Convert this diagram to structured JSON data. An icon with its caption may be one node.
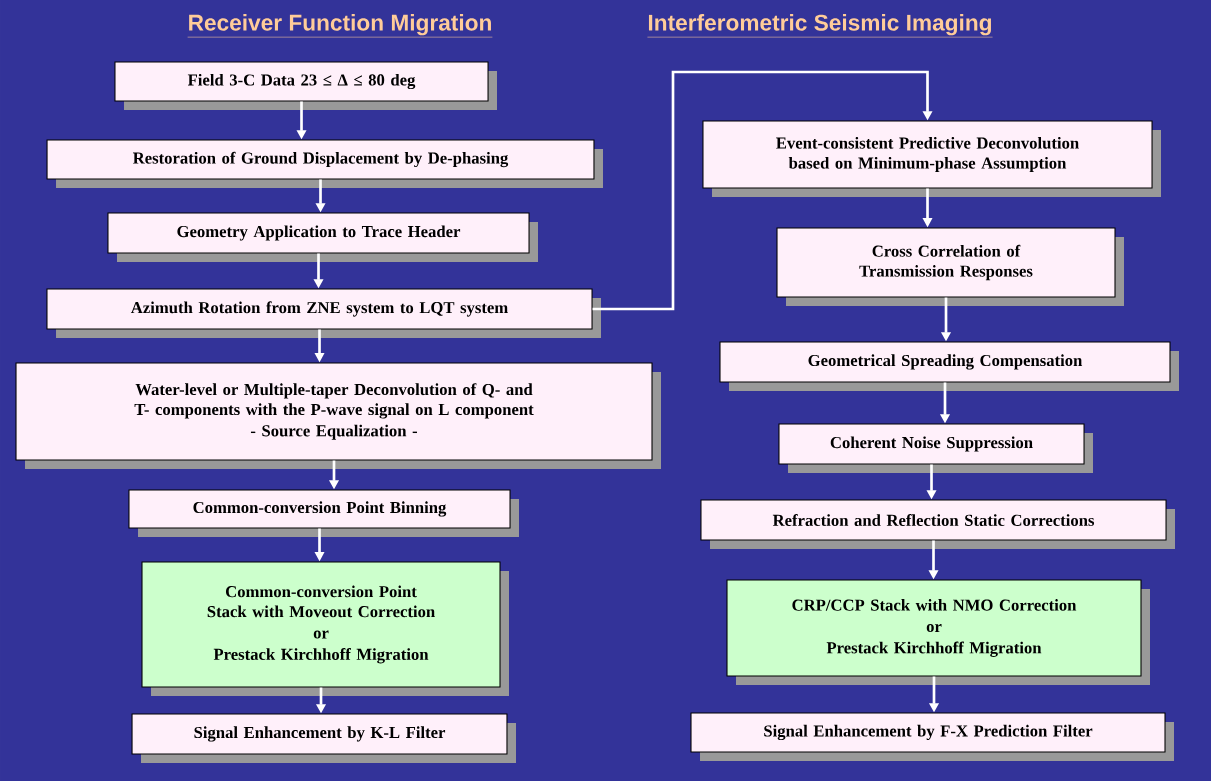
{
  "diagram": {
    "nodes": [
      {
        "text": [
          "Field 3-C Data 23 ≤ Δ ≤ 80 deg"
        ]
      },
      {
        "text": [
          "Restoration of Ground Displacement by De-phasing"
        ]
      },
      {
        "text": [
          "Geometry Application to Trace Header"
        ]
      },
      {
        "text": [
          "Azimuth Rotation from ZNE system to LQT system"
        ]
      },
      {
        "text": [
          "Water-level or Multiple-taper Deconvolution of Q- and T- components with the P-wave signal on L component",
          "- Source Equalization -"
        ]
      },
      {
        "text": [
          "Common-conversion Point Binning"
        ]
      },
      {
        "text": [
          "Common-conversion Point Stack with Moveout Correction",
          "or",
          "Prestack Kirchhoff Migration"
        ]
      },
      {
        "text": [
          "Signal Enhancement by K-L Filter"
        ]
      },
      {
        "text": [
          "Event-consistent Predictive Deconvolution based on Minimum-phase Assumption"
        ]
      },
      {
        "text": [
          "Cross Correlation of Transmission Responses"
        ]
      },
      {
        "text": [
          "Geometrical Spreading Compensation"
        ]
      },
      {
        "text": [
          "Coherent Noise Suppression"
        ]
      },
      {
        "text": [
          "Refraction and Reflection Static Corrections"
        ]
      },
      {
        "text": [
          "CRP/CCP Stack with NMO Correction",
          "or",
          "Prestack Kirchhoff Migration"
        ]
      },
      {
        "text": [
          "Signal Enhancement by F-X Prediction Filter"
        ]
      }
    ],
    "edges": [
      {
        "from": 0,
        "to": 1,
        "arrow": "to"
      },
      {
        "from": 1,
        "to": 2,
        "arrow": "to"
      },
      {
        "from": 2,
        "to": 3,
        "arrow": "to"
      },
      {
        "from": 3,
        "to": 4,
        "arrow": "to"
      },
      {
        "from": 4,
        "to": 5,
        "arrow": "to"
      },
      {
        "from": 5,
        "to": 6,
        "arrow": "to"
      },
      {
        "from": 6,
        "to": 7,
        "arrow": "to"
      },
      {
        "from": 3,
        "to": 8,
        "arrow": "to"
      },
      {
        "from": 8,
        "to": 9,
        "arrow": "to"
      },
      {
        "from": 9,
        "to": 10,
        "arrow": "to"
      },
      {
        "from": 10,
        "to": 11,
        "arrow": "to"
      },
      {
        "from": 11,
        "to": 12,
        "arrow": "to"
      },
      {
        "from": 12,
        "to": 13,
        "arrow": "to"
      },
      {
        "from": 13,
        "to": 14,
        "arrow": "to"
      }
    ],
    "labels": [
      "Receiver Function Migration",
      "Interferometric Seismic Imaging"
    ]
  }
}
